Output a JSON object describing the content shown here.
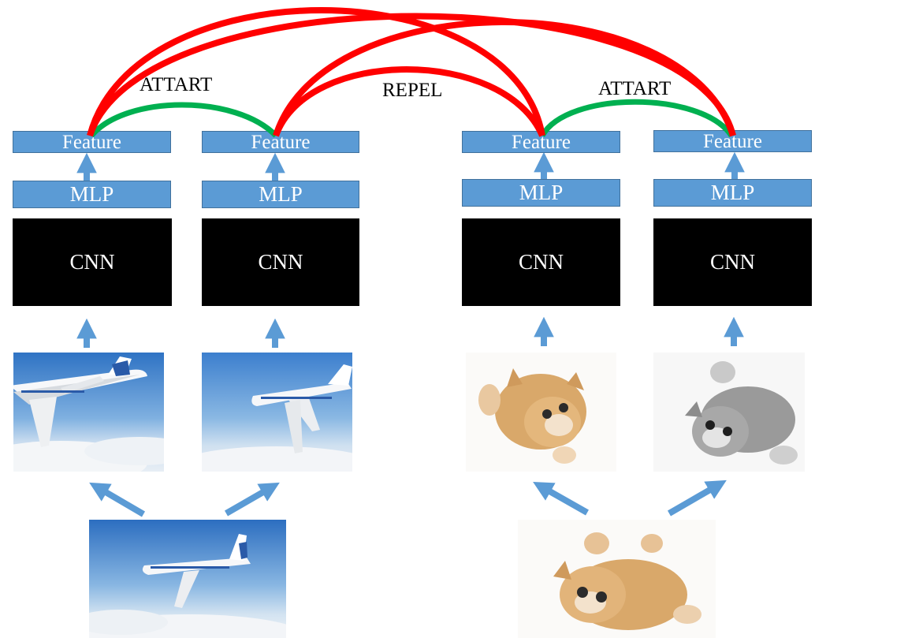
{
  "colors": {
    "box_fill": "#5b9bd5",
    "box_border": "#41719c",
    "cnn_fill": "#000000",
    "arrow": "#5b9bd5",
    "attract": "#00b050",
    "repel": "#ff0000"
  },
  "labels": {
    "attract_left": "ATTART",
    "attract_right": "ATTART",
    "repel": "REPEL"
  },
  "columns": [
    {
      "feature": "Feature",
      "mlp": "MLP",
      "cnn": "CNN",
      "image": "airplane-augmented-1"
    },
    {
      "feature": "Feature",
      "mlp": "MLP",
      "cnn": "CNN",
      "image": "airplane-augmented-2"
    },
    {
      "feature": "Feature",
      "mlp": "MLP",
      "cnn": "CNN",
      "image": "kitten-augmented-1"
    },
    {
      "feature": "Feature",
      "mlp": "MLP",
      "cnn": "CNN",
      "image": "kitten-augmented-2-grayscale"
    }
  ],
  "source_images": [
    "airplane-original",
    "kitten-original"
  ]
}
